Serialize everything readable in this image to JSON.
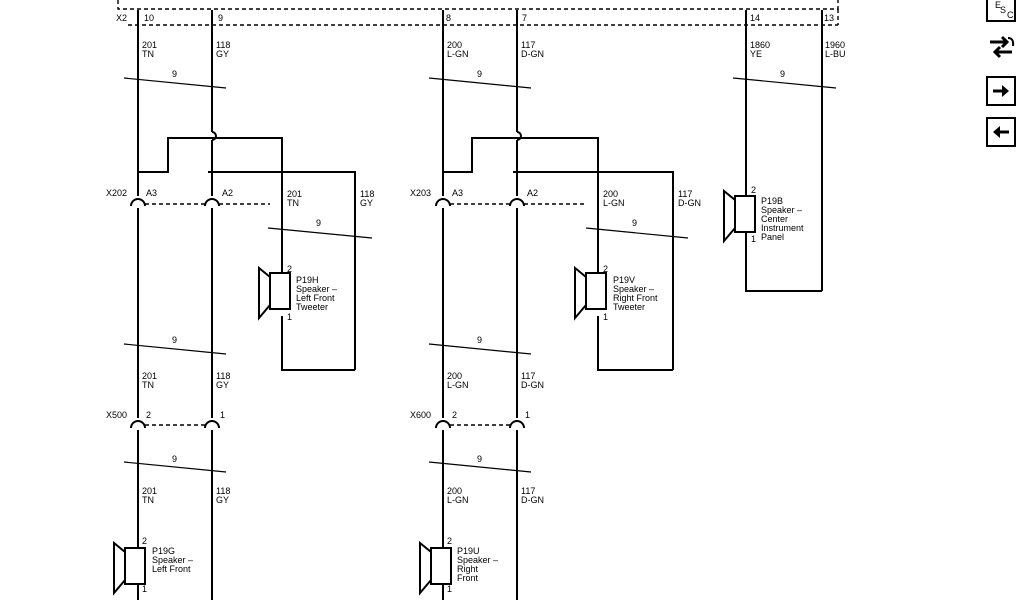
{
  "connector_top": {
    "label": "X2",
    "pins": [
      "10",
      "9",
      "8",
      "7",
      "14",
      "13"
    ]
  },
  "wires": {
    "lf_pos": {
      "circuit": "201",
      "color": "TN"
    },
    "lf_neg": {
      "circuit": "118",
      "color": "GY"
    },
    "rf_pos": {
      "circuit": "200",
      "color": "L-GN"
    },
    "rf_neg": {
      "circuit": "117",
      "color": "D-GN"
    },
    "ctr_pos": {
      "circuit": "1860",
      "color": "YE"
    },
    "ctr_neg": {
      "circuit": "1960",
      "color": "L-BU"
    }
  },
  "twist_label": "9",
  "connectors": {
    "x202": {
      "label": "X202",
      "pins": [
        "A3",
        "A2"
      ]
    },
    "x203": {
      "label": "X203",
      "pins": [
        "A3",
        "A2"
      ]
    },
    "x500": {
      "label": "X500",
      "pins": [
        "2",
        "1"
      ]
    },
    "x600": {
      "label": "X600",
      "pins": [
        "2",
        "1"
      ]
    }
  },
  "speakers": {
    "p19h": {
      "id": "P19H",
      "line1": "Speaker –",
      "line2": "Left Front",
      "line3": "Tweeter",
      "line4": "",
      "pin_top": "2",
      "pin_bottom": "1"
    },
    "p19v": {
      "id": "P19V",
      "line1": "Speaker –",
      "line2": "Right Front",
      "line3": "Tweeter",
      "line4": "",
      "pin_top": "2",
      "pin_bottom": "1"
    },
    "p19b": {
      "id": "P19B",
      "line1": "Speaker –",
      "line2": "Center",
      "line3": "Instrument",
      "line4": "Panel",
      "pin_top": "2",
      "pin_bottom": "1"
    },
    "p19g": {
      "id": "P19G",
      "line1": "Speaker –",
      "line2": "Left Front",
      "line3": "",
      "line4": "",
      "pin_top": "2",
      "pin_bottom": "1"
    },
    "p19u": {
      "id": "P19U",
      "line1": "Speaker –",
      "line2": "Right",
      "line3": "Front",
      "line4": "",
      "pin_top": "2",
      "pin_bottom": "1"
    }
  },
  "nav": {
    "esc_letters": [
      "E",
      "S",
      "C"
    ],
    "icons": [
      "esc-icon",
      "swap-arrows-icon",
      "arrow-right-icon",
      "arrow-left-icon"
    ]
  }
}
